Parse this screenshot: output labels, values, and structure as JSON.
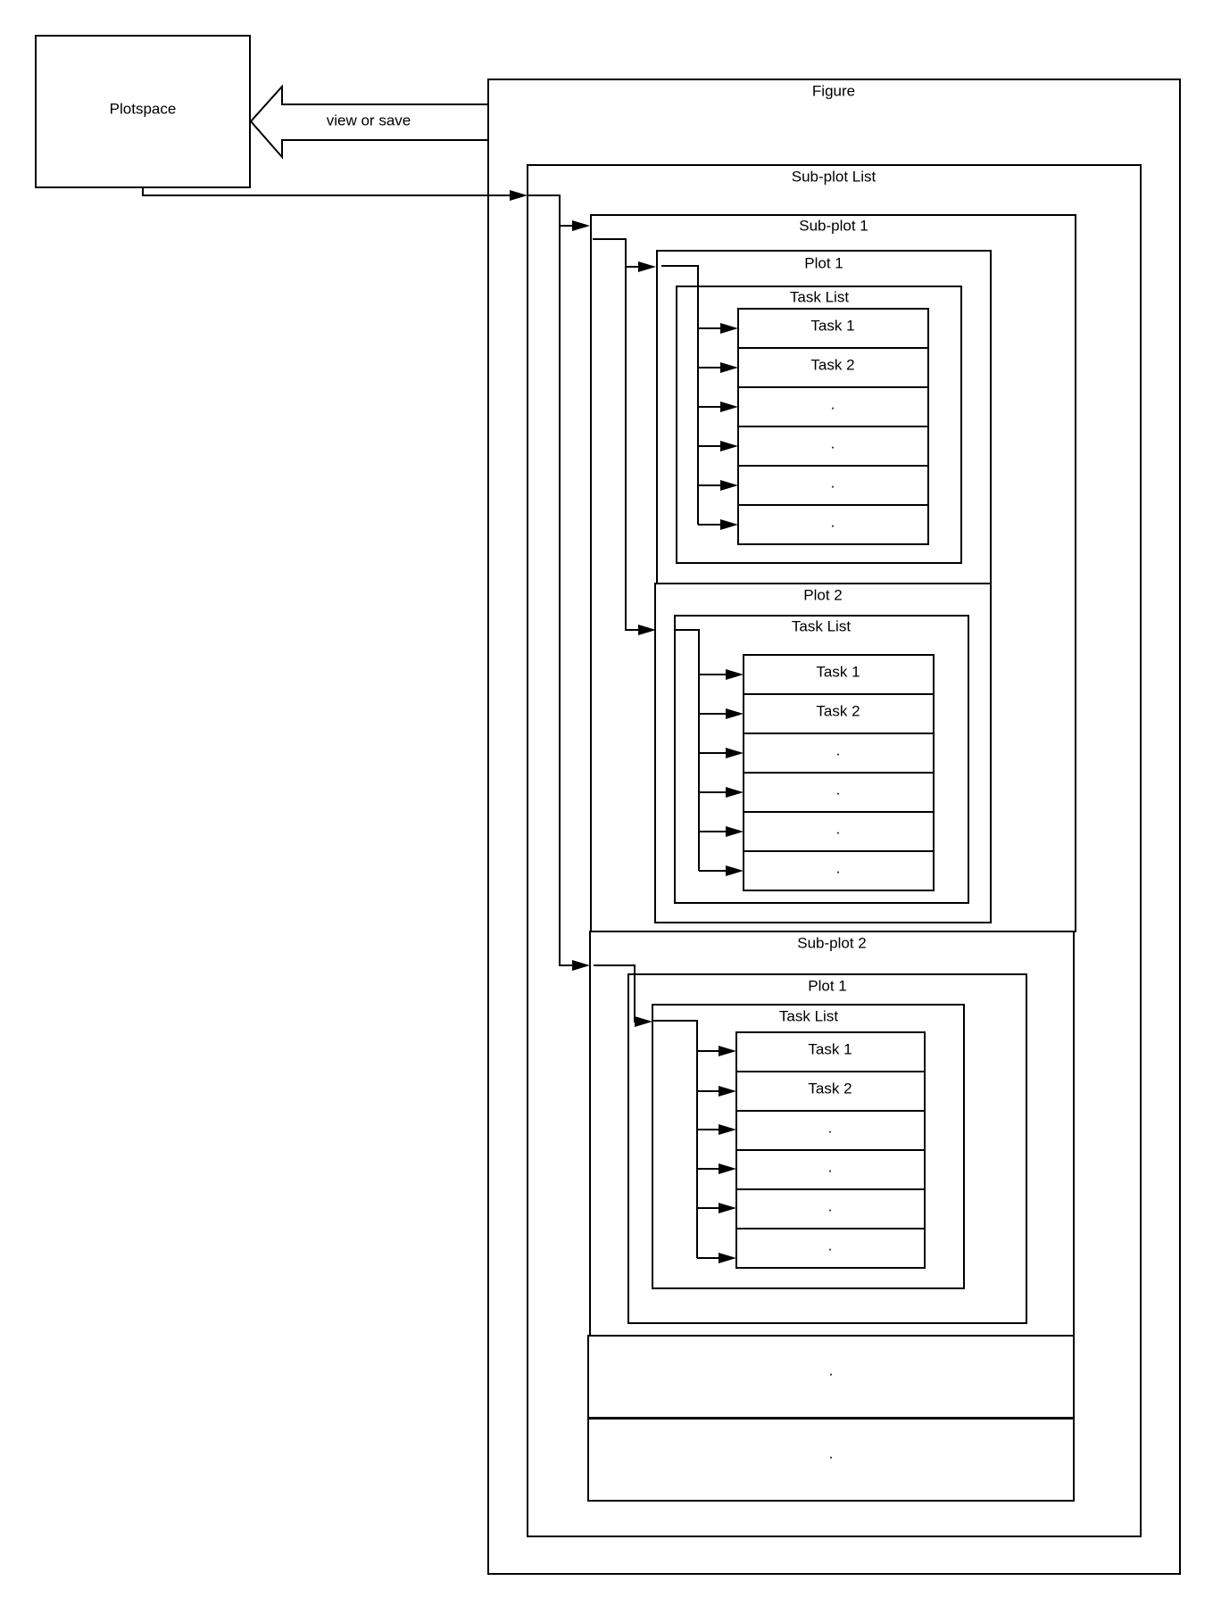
{
  "plotspace": {
    "label": "Plotspace"
  },
  "view_arrow": {
    "label": "view or save"
  },
  "figure": {
    "label": "Figure",
    "subplot_list": {
      "label": "Sub-plot List",
      "subplots": [
        {
          "label": "Sub-plot 1",
          "plots": [
            {
              "label": "Plot 1",
              "task_list": {
                "label": "Task List",
                "rows": [
                  "Task 1",
                  "Task 2",
                  ".",
                  ".",
                  ".",
                  "."
                ]
              }
            },
            {
              "label": "Plot 2",
              "task_list": {
                "label": "Task List",
                "rows": [
                  "Task 1",
                  "Task 2",
                  ".",
                  ".",
                  ".",
                  "."
                ]
              }
            }
          ]
        },
        {
          "label": "Sub-plot 2",
          "plots": [
            {
              "label": "Plot 1",
              "task_list": {
                "label": "Task List",
                "rows": [
                  "Task 1",
                  "Task 2",
                  ".",
                  ".",
                  ".",
                  "."
                ]
              }
            }
          ]
        }
      ],
      "extra_rows": [
        ".",
        "."
      ]
    }
  }
}
